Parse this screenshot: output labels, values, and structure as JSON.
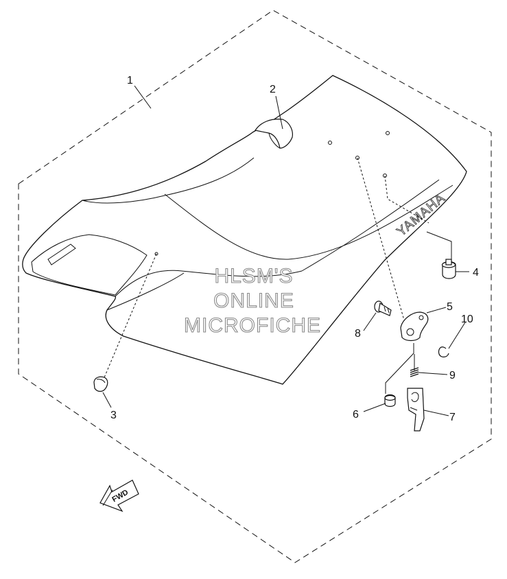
{
  "callouts": [
    {
      "id": "1",
      "label": "1"
    },
    {
      "id": "2",
      "label": "2"
    },
    {
      "id": "3",
      "label": "3"
    },
    {
      "id": "4",
      "label": "4"
    },
    {
      "id": "5",
      "label": "5"
    },
    {
      "id": "6",
      "label": "6"
    },
    {
      "id": "7",
      "label": "7"
    },
    {
      "id": "8",
      "label": "8"
    },
    {
      "id": "9",
      "label": "9"
    },
    {
      "id": "10",
      "label": "10"
    }
  ],
  "watermark": {
    "line1": "HLSM'S",
    "line2": "ONLINE",
    "line3": "MICROFICHE"
  },
  "seat_brand": "YAMAHA",
  "direction_arrow": {
    "label": "FWD",
    "icon": "forward-arrow-icon"
  },
  "colors": {
    "line": "#111111",
    "background": "#ffffff",
    "watermark_outline": "#8a8a8a"
  }
}
